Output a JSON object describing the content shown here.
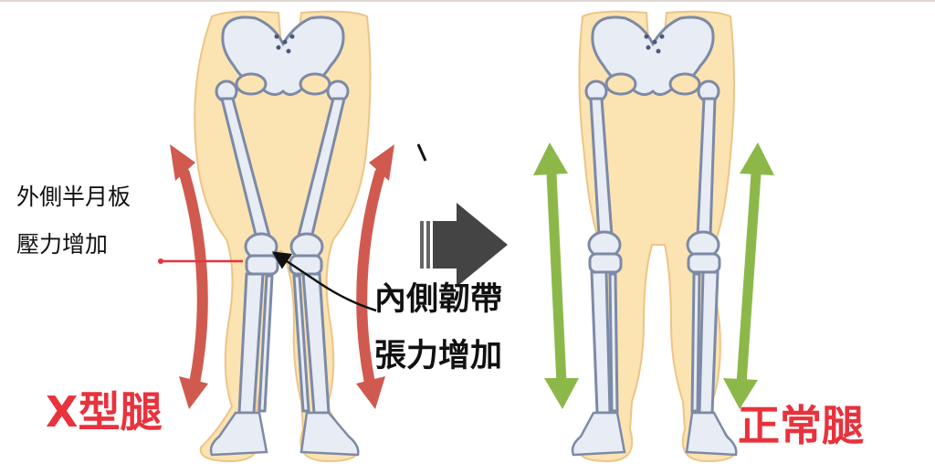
{
  "left_figure": {
    "caption": "X型腿",
    "caption_color": "#e8323c",
    "arrow_color": "#d05a4f",
    "annotation_lateral": {
      "line1": "外側半月板",
      "line2": "壓力增加",
      "pointer_color": "#e8323c"
    },
    "annotation_medial": {
      "line1": "內側韌帶",
      "line2": "張力增加"
    }
  },
  "right_figure": {
    "caption": "正常腿",
    "caption_color": "#e8323c",
    "arrow_color": "#8cb84a"
  },
  "center_arrow_color": "#444444",
  "colors": {
    "skin": "#fbe3b2",
    "skin_edge": "#ecc587",
    "bone": "#e7ecf5",
    "bone_edge": "#7d8aa6"
  }
}
